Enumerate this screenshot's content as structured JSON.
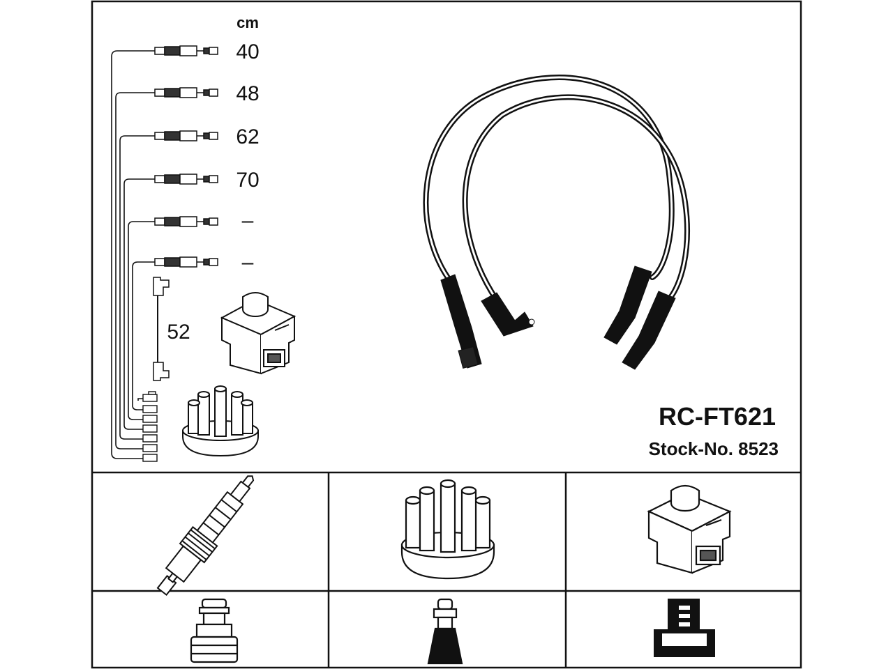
{
  "unit_label": "cm",
  "leads": [
    {
      "length": "40"
    },
    {
      "length": "48"
    },
    {
      "length": "62"
    },
    {
      "length": "70"
    },
    {
      "length": "–"
    },
    {
      "length": "–"
    }
  ],
  "coil_lead": {
    "length": "52"
  },
  "product": {
    "code": "RC-FT621",
    "stock_number": "Stock-No. 8523"
  },
  "icons": {
    "spark_plug": "spark-plug-icon",
    "distributor_cap": "distributor-cap-icon",
    "ignition_coil": "ignition-coil-icon",
    "plug_terminal": "plug-terminal-icon",
    "cap_terminal": "cap-terminal-icon",
    "coil_terminal": "coil-terminal-icon"
  }
}
